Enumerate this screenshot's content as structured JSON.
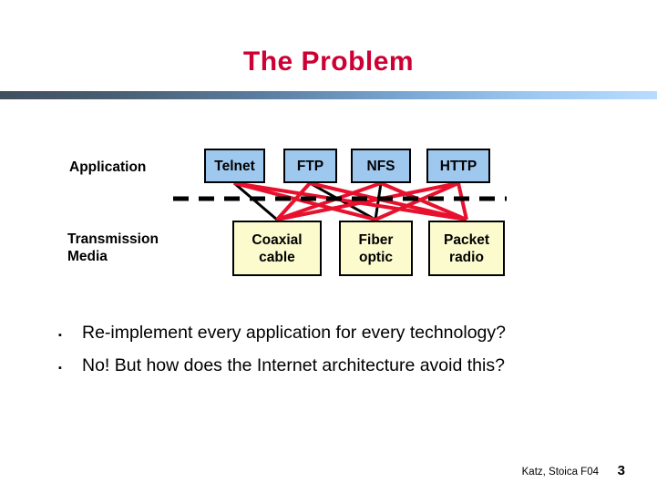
{
  "slide": {
    "title": "The Problem",
    "title_color": "#cc0033",
    "background": "#ffffff"
  },
  "diagram": {
    "layer_labels": {
      "application": "Application",
      "transmission_media": "Transmission\nMedia"
    },
    "application_nodes": [
      {
        "id": "telnet",
        "label": "Telnet",
        "fill": "#9fc8ef"
      },
      {
        "id": "ftp",
        "label": "FTP",
        "fill": "#9fc8ef"
      },
      {
        "id": "nfs",
        "label": "NFS",
        "fill": "#9fc8ef"
      },
      {
        "id": "http",
        "label": "HTTP",
        "fill": "#9fc8ef"
      }
    ],
    "media_nodes": [
      {
        "id": "coaxial",
        "label": "Coaxial\ncable",
        "fill": "#fbfbce"
      },
      {
        "id": "fiber",
        "label": "Fiber\noptic",
        "fill": "#fbfbce"
      },
      {
        "id": "packet",
        "label": "Packet\nradio",
        "fill": "#fbfbce"
      }
    ],
    "divider": {
      "style": "dashed",
      "color": "#000000"
    },
    "link_colors": {
      "black": "#000000",
      "red": "#e8112d"
    }
  },
  "bullets": [
    {
      "marker": "▪",
      "text": "Re-implement every application for every technology?"
    },
    {
      "marker": "▪",
      "text": "No! But how does the Internet architecture avoid this?"
    }
  ],
  "footer": {
    "credit": "Katz, Stoica F04",
    "page_number": "3"
  }
}
